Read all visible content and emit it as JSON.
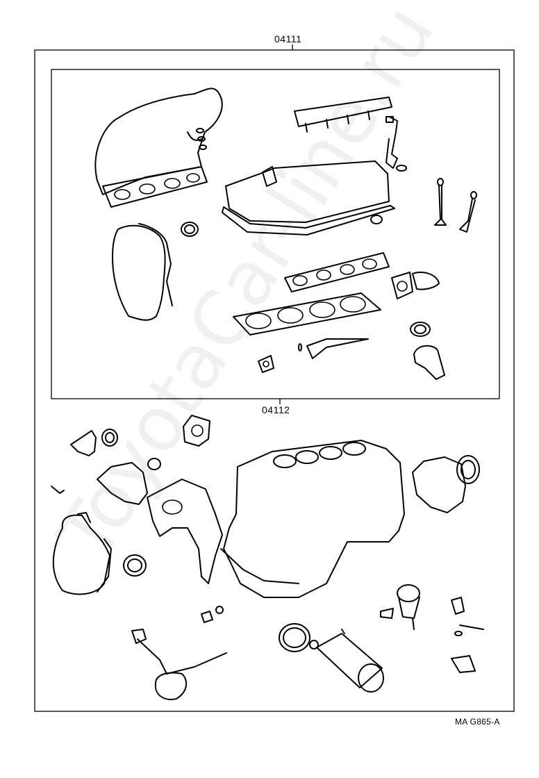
{
  "diagram": {
    "outer_kit_label": "04111",
    "inner_kit_label": "04112",
    "reference_code": "MA  G865-A",
    "watermark_text": "ToyotaCar-line.ru"
  }
}
